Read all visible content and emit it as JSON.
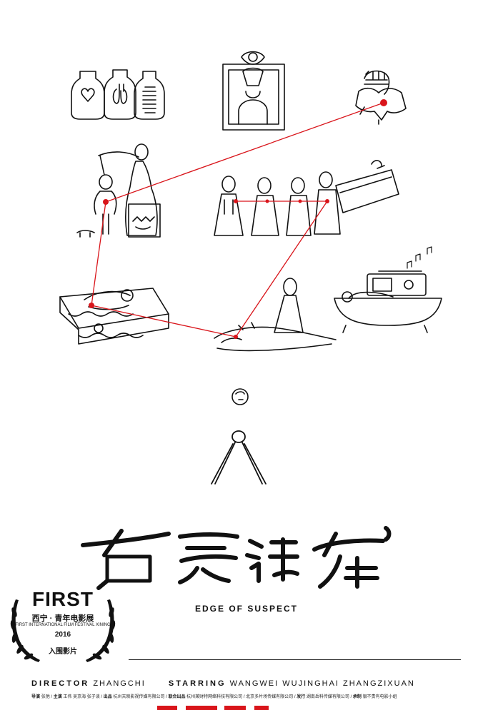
{
  "title_cn": "白日谜案",
  "title_en": "EDGE OF SUSPECT",
  "festival": {
    "name": "FIRST",
    "name_cn": "西宁 · 青年电影展",
    "name_en": "FIRST INTERNATIONAL FILM FESTIVAL XINING",
    "year": "2016",
    "status": "入围影片"
  },
  "credits": {
    "director_label": "DIRECTOR",
    "director": "ZHANGCHI",
    "starring_label": "STARRING",
    "starring": "WANGWEI WUJINGHAI ZHANGZIXUAN"
  },
  "fine_print": {
    "items": [
      {
        "label": "导演",
        "text": "张弛"
      },
      {
        "label": "主演",
        "text": "王伟 吴京海 张子谈"
      },
      {
        "label": "出品",
        "text": "杭州天映影视传媒有限公司"
      },
      {
        "label": "联合出品",
        "text": "杭州莱财特网络科技有限公司 / 北京多片场传媒有限公司"
      },
      {
        "label": "发行",
        "text": "湖南岳科传媒有限公司"
      },
      {
        "label": "承制",
        "text": "银不贵有电影小组"
      }
    ]
  },
  "colors": {
    "red": "#d9151b",
    "ink": "#111111",
    "background": "#ffffff"
  }
}
